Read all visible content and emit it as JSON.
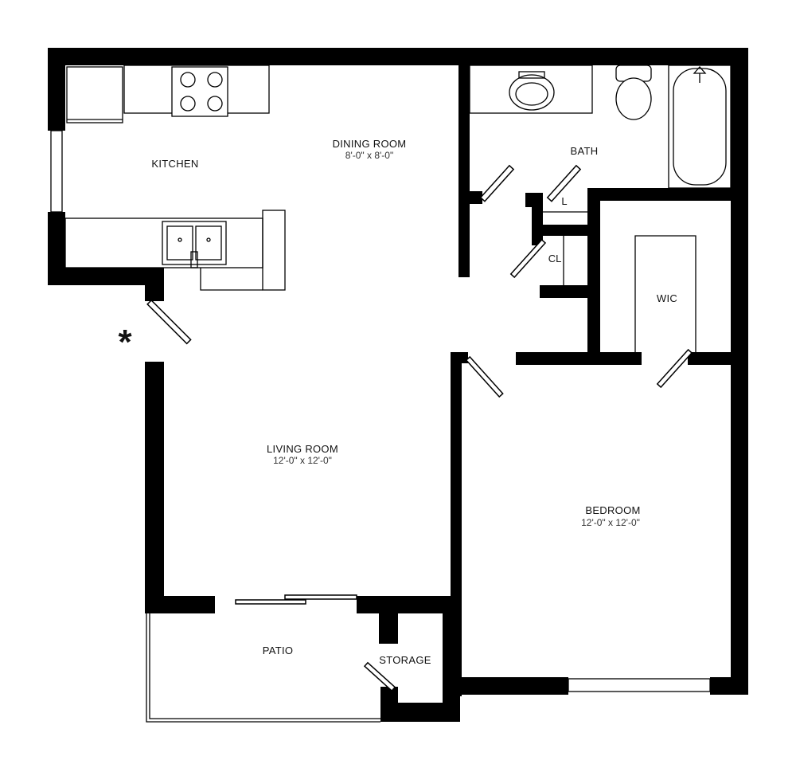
{
  "rooms": {
    "kitchen": {
      "name": "KITCHEN"
    },
    "dining": {
      "name": "DINING ROOM",
      "size": "8'-0\" x 8'-0\""
    },
    "bath": {
      "name": "BATH"
    },
    "linen": {
      "name": "L"
    },
    "closet": {
      "name": "CL"
    },
    "wic": {
      "name": "WIC"
    },
    "living": {
      "name": "LIVING ROOM",
      "size": "12'-0\" x 12'-0\""
    },
    "bedroom": {
      "name": "BEDROOM",
      "size": "12'-0\" x 12'-0\""
    },
    "patio": {
      "name": "PATIO"
    },
    "storage": {
      "name": "STORAGE"
    }
  },
  "entry_marker": "*",
  "colors": {
    "wall": "#000000",
    "background": "#ffffff",
    "text": "#111111"
  }
}
